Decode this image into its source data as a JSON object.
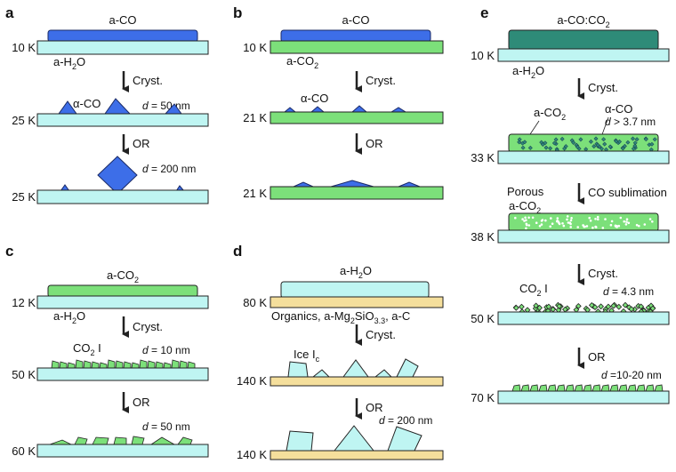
{
  "panels": {
    "a": {
      "label": "a",
      "layer_top": "a-CO",
      "substrate": "a-H",
      "substrate_sub": "2",
      "substrate_tail": "O",
      "temps": [
        "10 K",
        "25 K",
        "25 K"
      ],
      "steps": [
        "Cryst.",
        "OR"
      ],
      "crystal": "α-CO",
      "d_vals": [
        "= 50 nm",
        "= 200 nm"
      ]
    },
    "b": {
      "label": "b",
      "layer_top": "a-CO",
      "substrate": "a-CO",
      "substrate_sub": "2",
      "temps": [
        "10 K",
        "21 K",
        "21 K"
      ],
      "steps": [
        "Cryst.",
        "OR"
      ],
      "crystal": "α-CO"
    },
    "c": {
      "label": "c",
      "layer_top": "a-CO",
      "layer_top_sub": "2",
      "substrate": "a-H",
      "substrate_sub": "2",
      "substrate_tail": "O",
      "temps": [
        "12 K",
        "50 K",
        "60 K"
      ],
      "steps": [
        "Cryst.",
        "OR"
      ],
      "crystal": "CO",
      "crystal_sub": "2",
      "crystal_tail": " I",
      "d_vals": [
        "= 10 nm",
        "= 50 nm"
      ]
    },
    "d": {
      "label": "d",
      "layer_top": "a-H",
      "layer_top_sub": "2",
      "layer_top_tail": "O",
      "substrate_a": "Organics, a-Mg",
      "substrate_sub1": "2",
      "substrate_b": "SiO",
      "substrate_sub2": "3.3",
      "substrate_c": ", a-C",
      "temps": [
        "80 K",
        "140 K",
        "140 K"
      ],
      "steps": [
        "Cryst.",
        "OR"
      ],
      "crystal": "Ice I",
      "crystal_sub": "c",
      "d_vals": [
        "= 200 nm"
      ]
    },
    "e": {
      "label": "e",
      "layer_top_a": "a-CO:CO",
      "layer_top_sub": "2",
      "substrate": "a-H",
      "substrate_sub": "2",
      "substrate_tail": "O",
      "temps": [
        "10 K",
        "33 K",
        "38 K",
        "50 K",
        "70 K"
      ],
      "steps": [
        "Cryst.",
        "CO sublimation",
        "Cryst.",
        "OR"
      ],
      "aco2": "a-CO",
      "aco2_sub": "2",
      "alpha_co": "α-CO",
      "d_vals": [
        "> 3.7 nm",
        "= 4.3 nm",
        "=10-20 nm"
      ],
      "porous_1": "Porous",
      "porous_2": "a-CO",
      "porous_sub": "2",
      "co2i": "CO",
      "co2i_sub": "2",
      "co2i_tail": " I"
    },
    "d_letter": "d"
  },
  "colors": {
    "water": "#bff5f2",
    "co2": "#7ce07a",
    "co": "#3d6ee8",
    "co_co2_mix": "#2e8b78",
    "silicate": "#f5df9c"
  }
}
